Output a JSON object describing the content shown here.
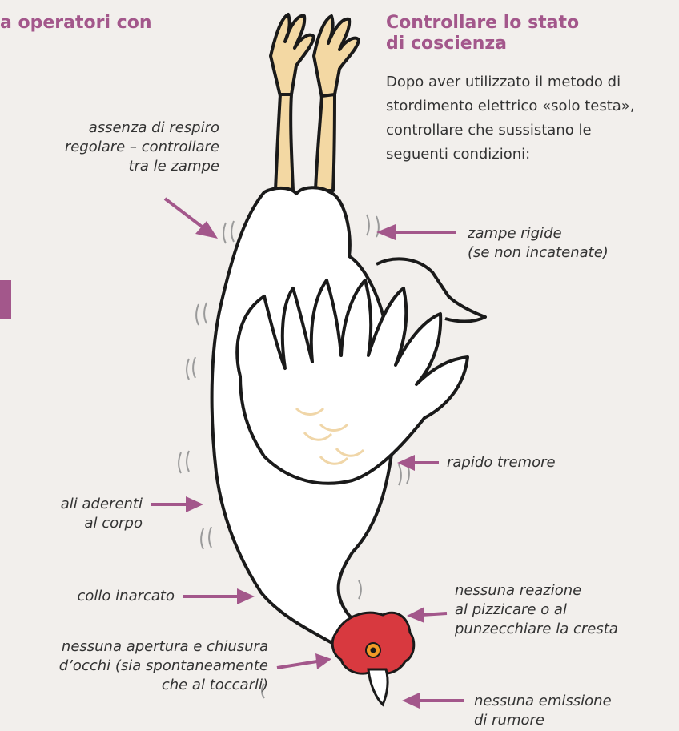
{
  "page": {
    "cut_heading": "a operatori con",
    "section": {
      "heading_line1": "Controllare lo stato",
      "heading_line2": "di coscienza",
      "intro_lines": [
        "Dopo aver utilizzato il metodo di",
        "stordimento elettrico «solo testa»,",
        "controllare che sussistano le",
        "seguenti condizioni:"
      ]
    }
  },
  "colors": {
    "accent": "#a3578b",
    "leg": "#f3d8a3",
    "comb": "#d8393f",
    "background": "#f2efec"
  },
  "labels": {
    "breathing": [
      "assenza di respiro",
      "regolare – controllare",
      "tra le zampe"
    ],
    "legs": [
      "zampe rigide",
      "(se non incatenate)"
    ],
    "tremor": [
      "rapido tremore"
    ],
    "wings": [
      "ali aderenti",
      "al corpo"
    ],
    "neck": [
      "collo inarcato"
    ],
    "comb": [
      "nessuna reazione",
      "al pizzicare o al",
      "punzecchiare la cresta"
    ],
    "eyes": [
      "nessuna apertura e chiusura",
      "d’occhi (sia spontaneamente",
      "che al toccarli)"
    ],
    "noise": [
      "nessuna emissione",
      "di rumore"
    ]
  }
}
